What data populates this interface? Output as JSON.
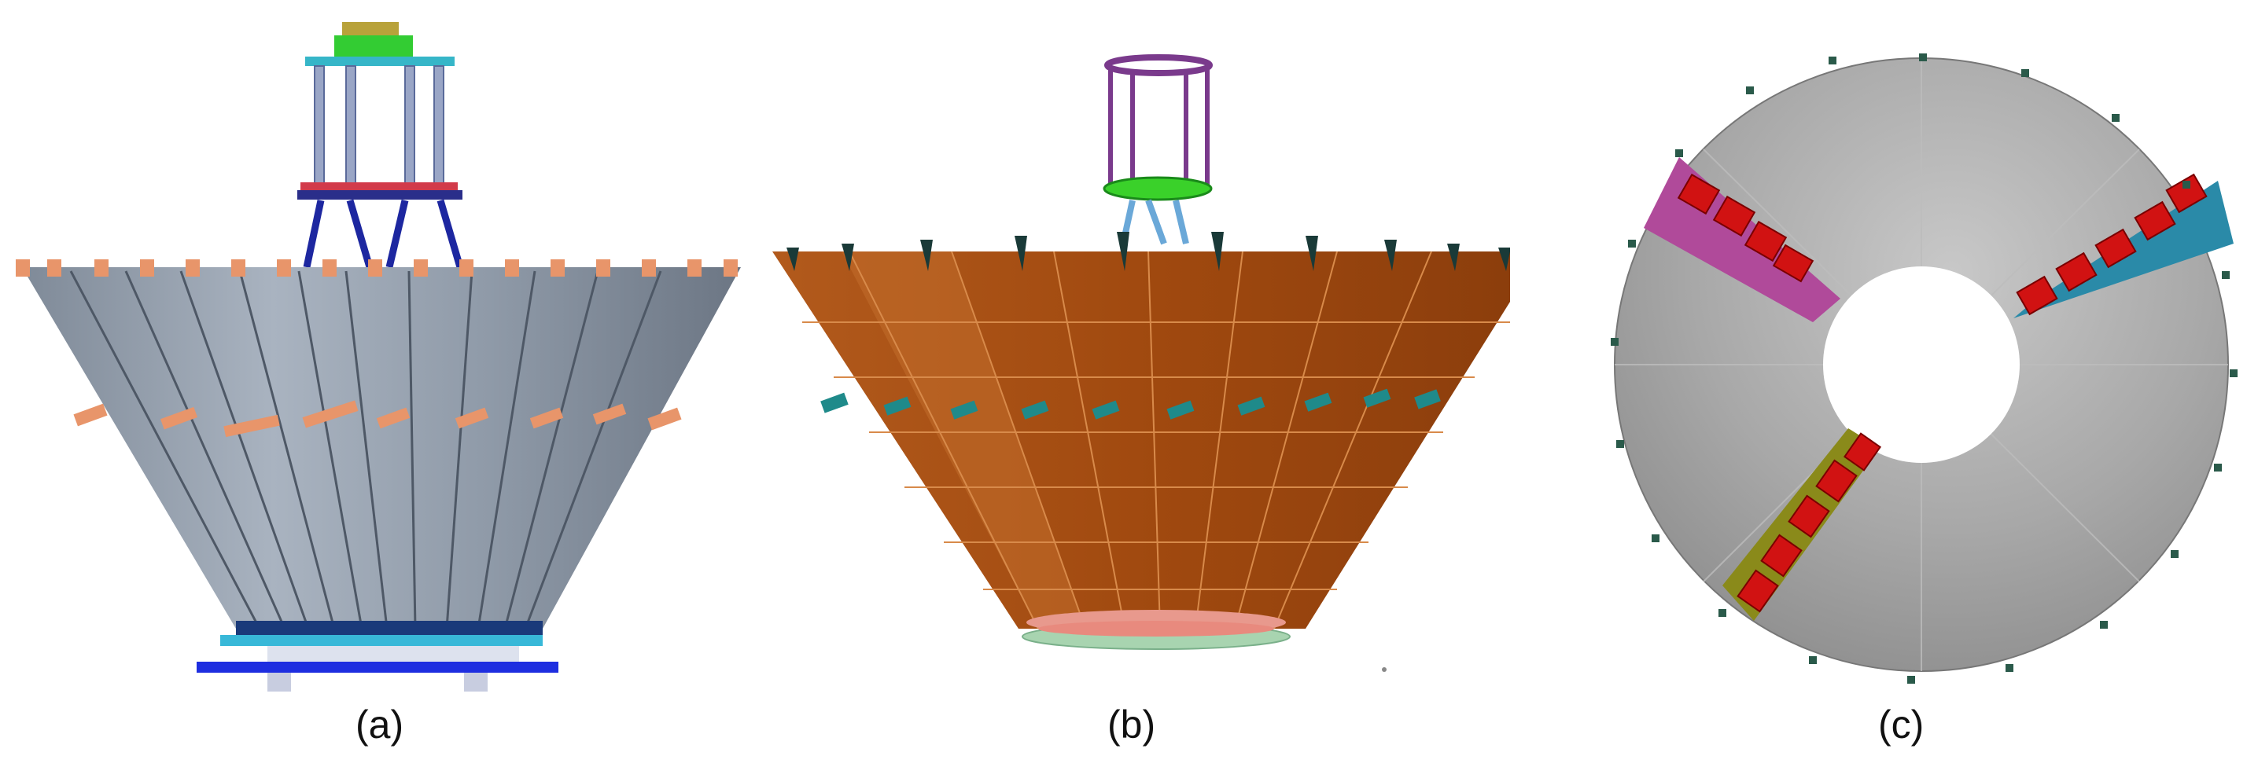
{
  "figure": {
    "panels": [
      {
        "id": "a",
        "caption": "(a)"
      },
      {
        "id": "b",
        "caption": "(b)"
      },
      {
        "id": "c",
        "caption": "(c)"
      }
    ]
  },
  "colors": {
    "panel_a_cone": "#8a96a4",
    "panel_a_bracket": "#e8956a",
    "panel_a_strut": "#1d27a0",
    "panel_a_base": "#1e2ee0",
    "panel_b_cone": "#a54f16",
    "panel_b_bracket": "#1f8a8a",
    "panel_b_frame": "#7a3a8c",
    "panel_b_plate": "#3ad12a",
    "panel_b_ring": "#e8998d",
    "panel_c_disk": "#a6a6a6",
    "panel_c_blocks": "#d11212",
    "panel_c_pads": "#2a5a4a",
    "panel_c_pink": "#b04a9a",
    "panel_c_cyan": "#2a8aa8",
    "panel_c_olive": "#8a8a1a"
  },
  "icons": [
    "fixture-frame-icon",
    "cone-reflector-icon",
    "mesh-model-icon",
    "top-view-disk-icon"
  ]
}
